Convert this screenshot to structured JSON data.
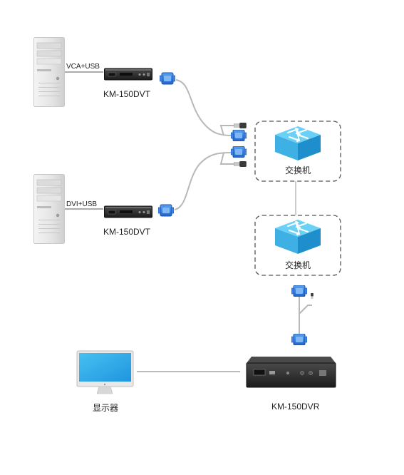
{
  "pc1": {
    "cable_label": "VCA+USB",
    "device_label": "KM-150DVT"
  },
  "pc2": {
    "cable_label": "DVI+USB",
    "device_label": "KM-150DVT"
  },
  "switch1": {
    "label": "交换机"
  },
  "switch2": {
    "label": "交换机"
  },
  "monitor": {
    "label": "显示器"
  },
  "receiver": {
    "label": "KM-150DVR"
  },
  "colors": {
    "connector_blue": "#2f7fe0",
    "switch_top": "#5fc8f0",
    "switch_side": "#2a9fd6",
    "monitor_screen": "#29a6e8",
    "cable_gray": "#b8b8b8",
    "device_body": "#2b2b2b"
  },
  "icons": [
    "pc-tower-icon",
    "kvm-extender-icon",
    "vga-connector-icon",
    "usb-plug-icon",
    "network-switch-icon",
    "monitor-icon"
  ]
}
